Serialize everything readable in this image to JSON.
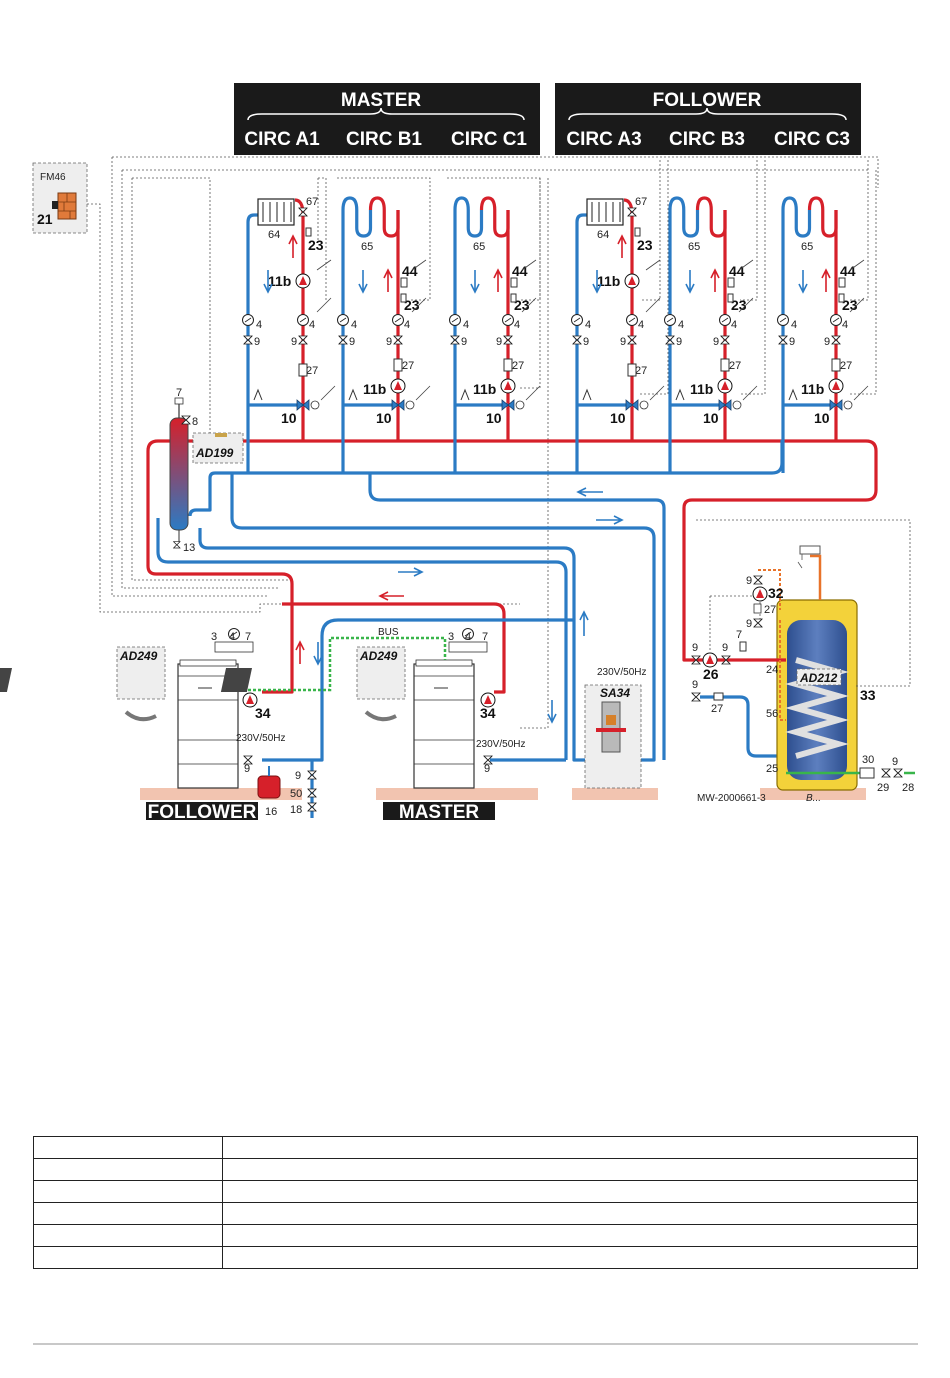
{
  "headers": {
    "master": "MASTER",
    "follower": "FOLLOWER",
    "circuits_master": [
      "CIRC A1",
      "CIRC B1",
      "CIRC C1"
    ],
    "circuits_follower": [
      "CIRC A3",
      "CIRC B3",
      "CIRC C3"
    ]
  },
  "modules": {
    "fm46": "FM46",
    "ad199": "AD199",
    "ad249": "AD249",
    "sa34": "SA34",
    "ad212": "AD212"
  },
  "boilers": {
    "follower": "FOLLOWER",
    "master": "MASTER"
  },
  "texts": {
    "power": "230V/50Hz",
    "bus": "BUS",
    "reference": "MW-2000661-3",
    "tank_label": "B..."
  },
  "circuit_numbers": {
    "radiator": "64",
    "floor": "65",
    "valve_67": "67",
    "pump": "11b",
    "sensor_23": "23",
    "sensor_44": "44",
    "gauge": "4",
    "valve_9": "9",
    "check_27": "27",
    "mixer": "10"
  },
  "numbers": {
    "n21": "21",
    "n7": "7",
    "n8": "8",
    "n13": "13",
    "n3": "3",
    "n34": "34",
    "n16": "16",
    "n50": "50",
    "n18": "18",
    "n26": "26",
    "n24": "24",
    "n56": "56",
    "n33": "33",
    "n25": "25",
    "n30": "30",
    "n29": "29",
    "n28": "28",
    "n32": "32"
  },
  "colors": {
    "hot": "#d6202a",
    "cold": "#2b7bc4",
    "bus": "#39b54a",
    "dhw": "#e8732a",
    "header_bg": "#1a1a1a"
  }
}
